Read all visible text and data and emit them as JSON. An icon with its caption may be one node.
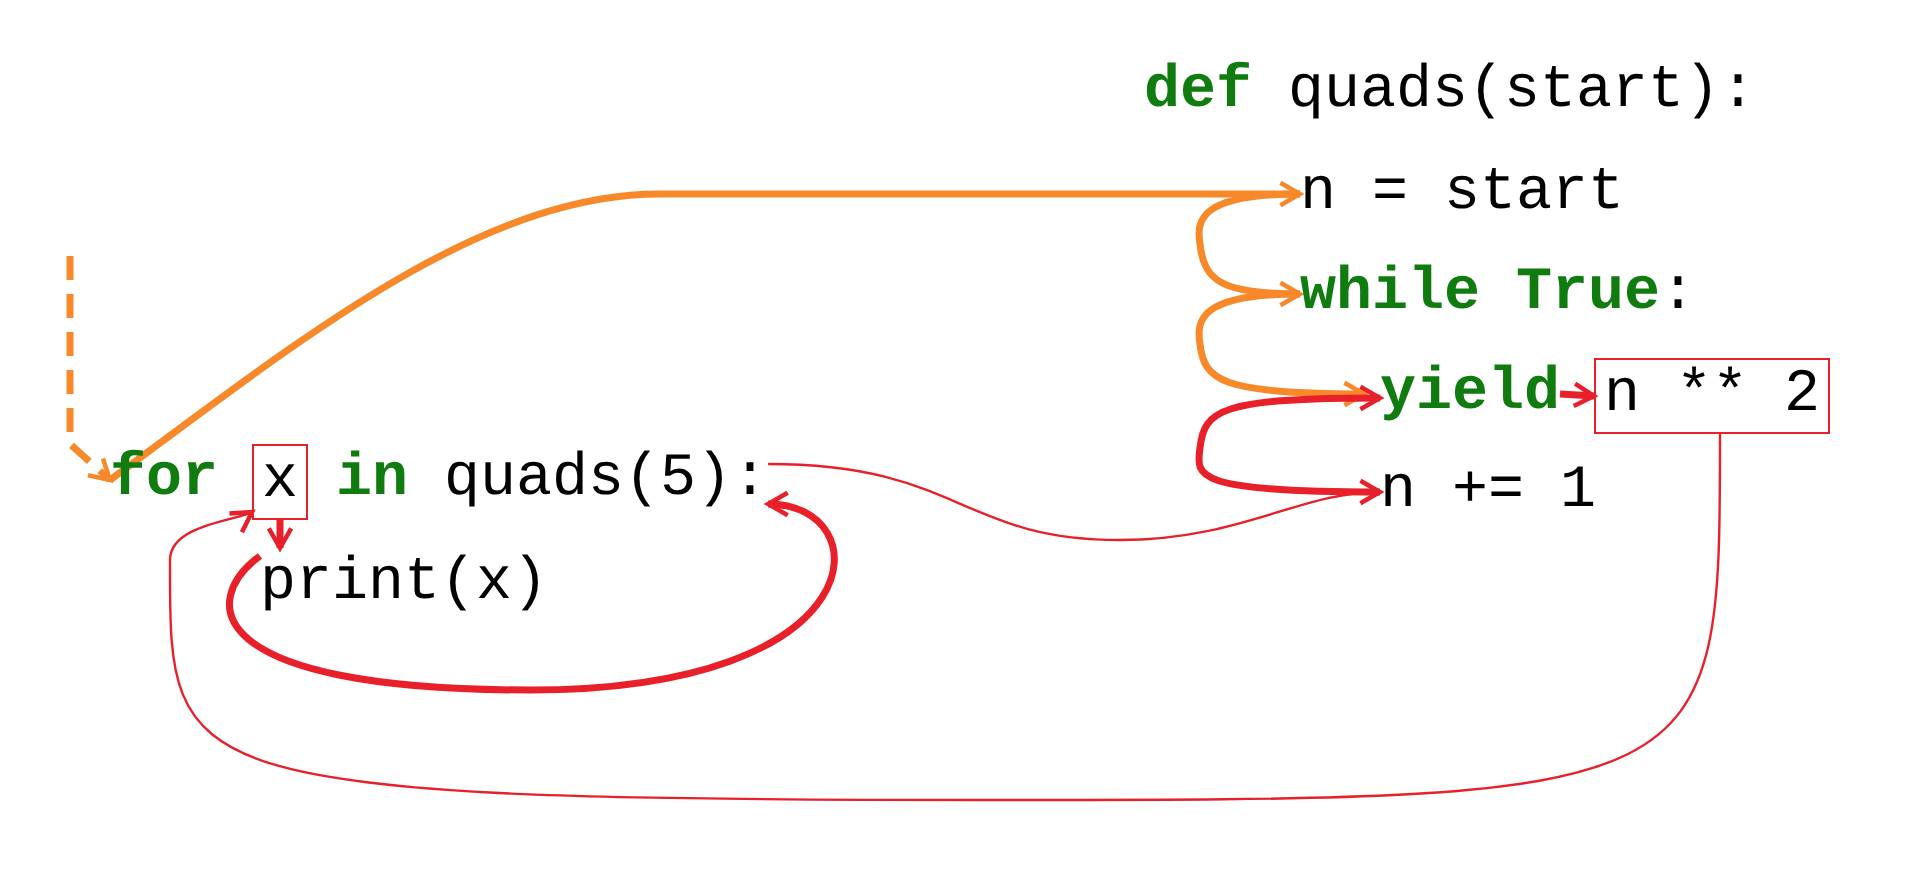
{
  "diagram": {
    "nodes": [
      {
        "text": [
          "n = start"
        ]
      },
      {
        "text": [
          "**while True**:"
        ]
      },
      {
        "text": [
          "yield"
        ]
      },
      {
        "text": [
          "n ** 2"
        ]
      },
      {
        "text": [
          "n += 1"
        ]
      },
      {
        "text": [
          "for"
        ]
      },
      {
        "text": [
          "x"
        ]
      },
      {
        "text": [
          "**in** quads(5):"
        ]
      },
      {
        "text": [
          "print(x)"
        ]
      }
    ],
    "edges": [
      {
        "from": null,
        "to": 5,
        "arrow": "to",
        "style": "dashed",
        "color": "#f7892a"
      },
      {
        "from": 5,
        "to": 0,
        "arrow": "to",
        "color": "#f7892a"
      },
      {
        "from": 0,
        "to": 1,
        "arrow": "to",
        "color": "#f7892a"
      },
      {
        "from": 1,
        "to": 2,
        "arrow": "to",
        "color": "#f7892a"
      },
      {
        "from": 4,
        "to": 2,
        "arrow": "to"
      },
      {
        "from": 2,
        "to": 3,
        "arrow": "to"
      },
      {
        "from": 3,
        "to": 6,
        "arrow": "to"
      },
      {
        "from": 6,
        "to": 8,
        "arrow": "to"
      },
      {
        "from": 8,
        "to": 7,
        "arrow": "to"
      },
      {
        "from": 7,
        "to": 4,
        "arrow": "to"
      }
    ],
    "labels": [
      "**def** quads(start):"
    ]
  }
}
